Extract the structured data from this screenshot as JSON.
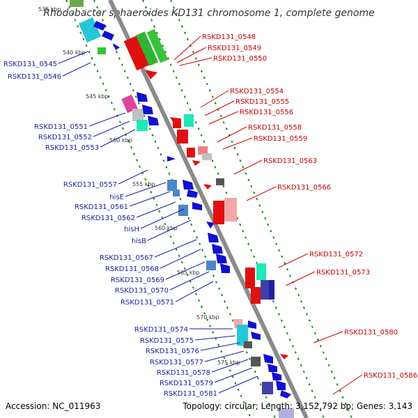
{
  "title": "Rhodobacter sphaeroides KD131 chromosome 1, complete genome",
  "footer": {
    "accession": "Accession: NC_011963",
    "topology": "Topology: circular; Length: 3,152,792 bp; Genes: 3,143"
  },
  "colors": {
    "backbone": "#8a8a8a",
    "dotted_track": "#1a8a1a",
    "label_blue": "#1a1aa6",
    "label_red": "#cc0000",
    "gene_blue": "#1010d0",
    "gene_red": "#e01010"
  },
  "kbp_ticks": [
    "535 kbp",
    "540 kbp",
    "545 kbp",
    "550 kbp",
    "555 kbp",
    "560 kbp",
    "565 kbp",
    "570 kbp",
    "575 kbp"
  ],
  "labels_left": [
    "RSKD131_0545",
    "RSKD131_0546",
    "RSKD131_0551",
    "RSKD131_0552",
    "RSKD131_0553",
    "RSKD131_0557",
    "hisE",
    "RSKD131_0561",
    "RSKD131_0562",
    "hisH",
    "hisB",
    "RSKD131_0567",
    "RSKD131_0568",
    "RSKD131_0569",
    "RSKD131_0570",
    "RSKD131_0571",
    "RSKD131_0574",
    "RSKD131_0575",
    "RSKD131_0576",
    "RSKD131_0577",
    "RSKD131_0578",
    "RSKD131_0579",
    "RSKD131_0581"
  ],
  "labels_right": [
    "RSKD131_0548",
    "RSKD131_0549",
    "RSKD131_0550",
    "RSKD131_0554",
    "RSKD131_0555",
    "RSKD131_0556",
    "RSKD131_0558",
    "RSKD131_0559",
    "RSKD131_0563",
    "RSKD131_0566",
    "RSKD131_0572",
    "RSKD131_0573",
    "RSKD131_0580",
    "RSKD131_0586"
  ]
}
